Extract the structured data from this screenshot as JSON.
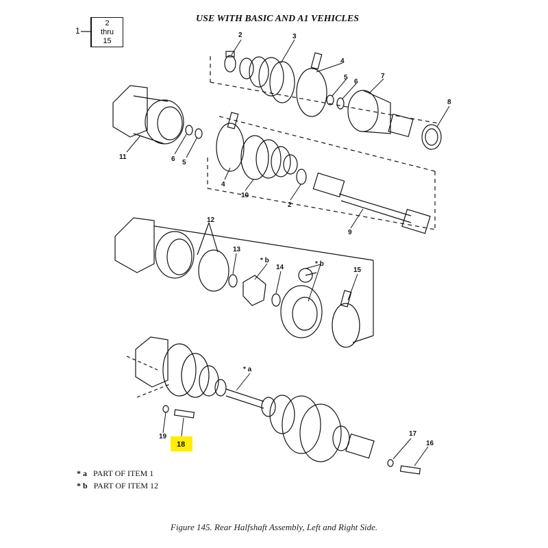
{
  "header": {
    "title": "USE WITH BASIC AND A1 VEHICLES",
    "ref_item": "1",
    "ref_range_top": "2",
    "ref_range_mid": "thru",
    "ref_range_bottom": "15"
  },
  "callouts": {
    "c2a": "2",
    "c3": "3",
    "c4a": "4",
    "c5a": "5",
    "c6a": "6",
    "c7": "7",
    "c8": "8",
    "c11": "11",
    "c6b": "6",
    "c5b": "5",
    "c4b": "4",
    "c10": "10",
    "c2b": "2",
    "c9": "9",
    "c12": "12",
    "c13": "13",
    "cstar_b1": "* b",
    "c14": "14",
    "cstar_b2": "* b",
    "c15": "15",
    "cstar_a": "* a",
    "c19": "19",
    "c18": "18",
    "c17": "17",
    "c16": "16"
  },
  "legend": {
    "a_key": "* a",
    "a_text": "PART OF ITEM  1",
    "b_key": "* b",
    "b_text": "PART OF ITEM  12"
  },
  "caption": "Figure 145.  Rear Halfshaft Assembly, Left and Right Side.",
  "colors": {
    "highlight": "#ffee00",
    "line": "#111111"
  }
}
